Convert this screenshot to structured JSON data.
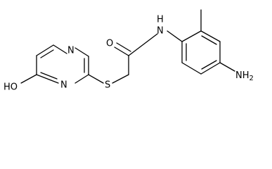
{
  "molecule": {
    "labels": {
      "hydroxyl": "HO",
      "ring_n_top": "N",
      "ring_n_bottom": "N",
      "sulfur": "S",
      "carbonyl_oxygen": "O",
      "amide_nh": "N",
      "amide_h": "H",
      "amine_nh": "NH",
      "amine_subscript": "2"
    },
    "colors": {
      "bond": "#000000",
      "text": "#000000",
      "background": "#ffffff"
    }
  }
}
